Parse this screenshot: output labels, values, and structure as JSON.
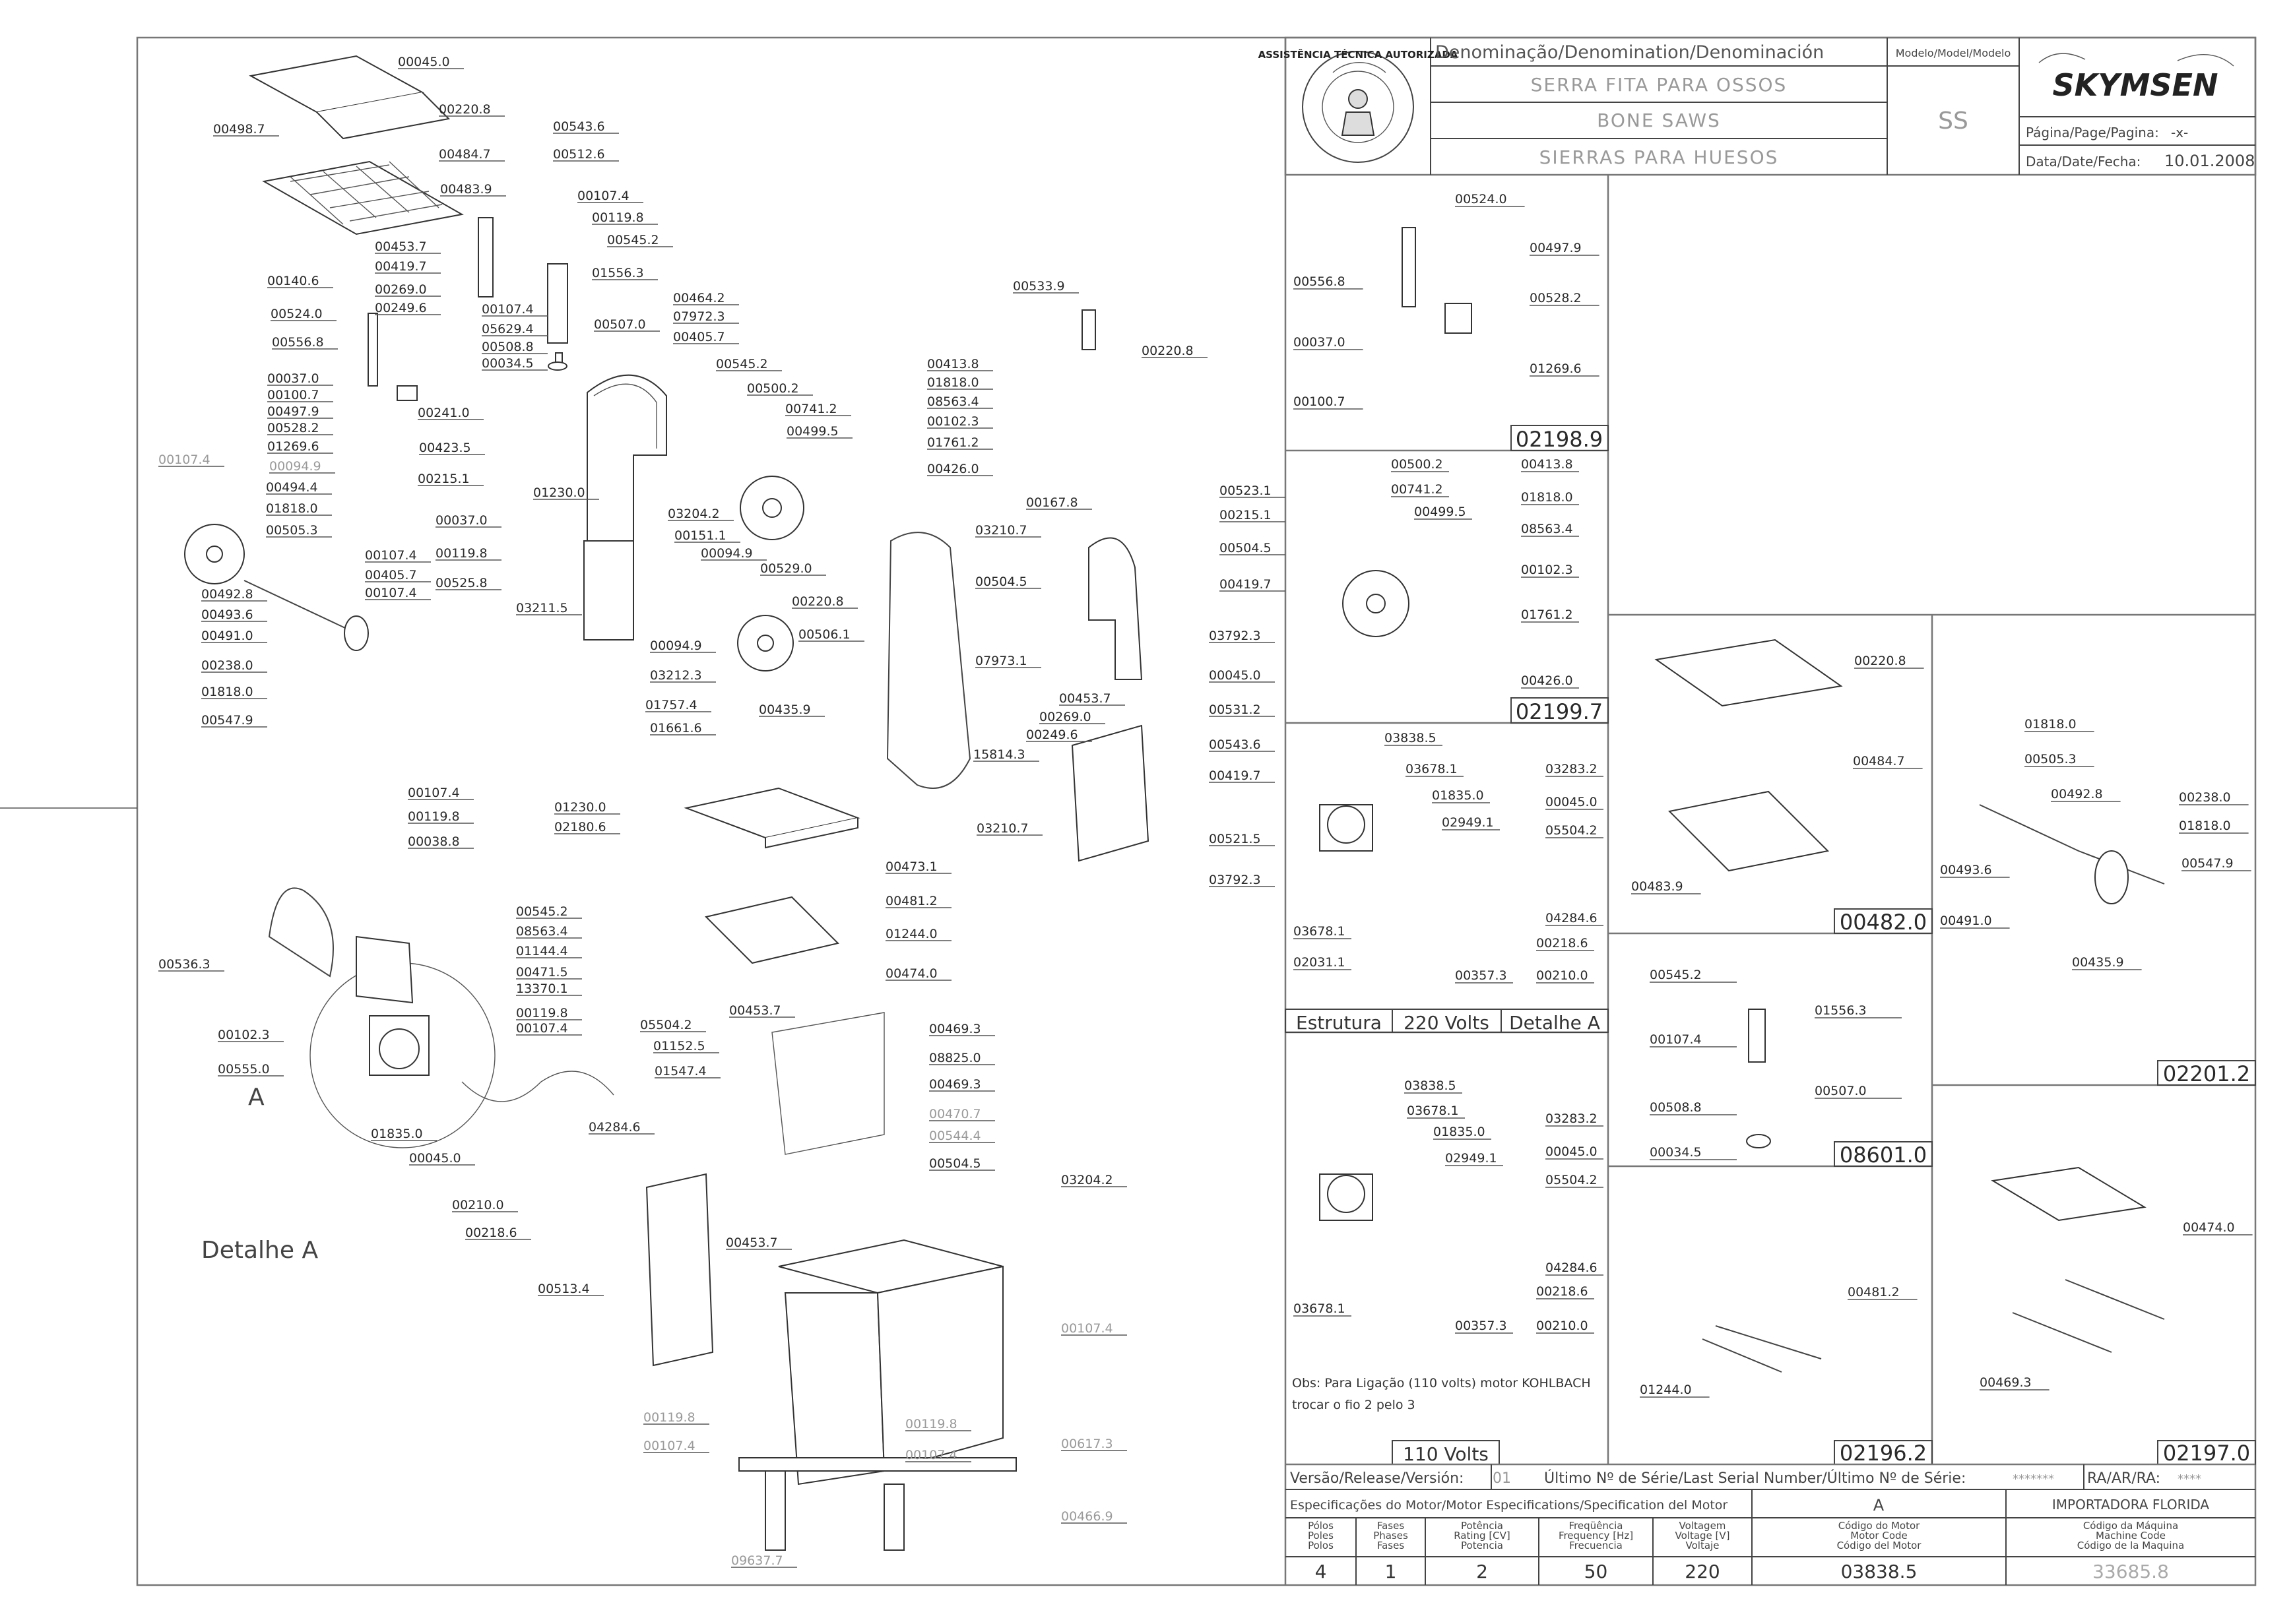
{
  "title_block": {
    "denomination_header": "Denominação/Denomination/Denominación",
    "model_header": "Modelo/Model/Modelo",
    "name_pt": "SERRA FITA PARA OSSOS",
    "name_en": "BONE SAWS",
    "name_es": "SIERRAS PARA HUESOS",
    "model": "SS",
    "brand": "SKYMSEN",
    "page_label": "Página/Page/Pagina:",
    "page_value": "-x-",
    "date_label": "Data/Date/Fecha:",
    "date_value": "10.01.2008",
    "seal_text": "ASSISTÊNCIA TÉCNICA AUTORIZADA"
  },
  "main_labels": [
    "00045.0",
    "00220.8",
    "00498.7",
    "00484.7",
    "00483.9",
    "00543.6",
    "00512.6",
    "00453.7",
    "00419.7",
    "00269.0",
    "00249.6",
    "00107.4",
    "00119.8",
    "00545.2",
    "01556.3",
    "00107.4",
    "05629.4",
    "00508.8",
    "00034.5",
    "00507.0",
    "00140.6",
    "00524.0",
    "00556.8",
    "00037.0",
    "00100.7",
    "00497.9",
    "00528.2",
    "01269.6",
    "00464.2",
    "07972.3",
    "00405.7",
    "00545.2",
    "00500.2",
    "00741.2",
    "00499.5",
    "00241.0",
    "00423.5",
    "00215.1",
    "00107.4",
    "00094.9",
    "00494.4",
    "01818.0",
    "00505.3",
    "01230.0",
    "00037.0",
    "00119.8",
    "00525.8",
    "03211.5",
    "03204.2",
    "00151.1",
    "00094.9",
    "00529.0",
    "00220.8",
    "00107.4",
    "00405.7",
    "00107.4",
    "00492.8",
    "00493.6",
    "00491.0",
    "00238.0",
    "01818.0",
    "00547.9",
    "00094.9",
    "03212.3",
    "00506.1",
    "00435.9",
    "00533.9",
    "00220.8",
    "00413.8",
    "01818.0",
    "08563.4",
    "00102.3",
    "01761.2",
    "00426.0",
    "00167.8",
    "00523.1",
    "03210.7",
    "00215.1",
    "00504.5",
    "00504.5",
    "00419.7",
    "03792.3",
    "07973.1",
    "00045.0",
    "00531.2",
    "00453.7",
    "00269.0",
    "00249.6",
    "00543.6",
    "00419.7",
    "15814.3",
    "03210.7",
    "00521.5",
    "03792.3",
    "01757.4",
    "01661.6",
    "01230.0",
    "02180.6",
    "00473.1",
    "00481.2",
    "01244.0",
    "00474.0",
    "00107.4",
    "00119.8",
    "00038.8",
    "00545.2",
    "08563.4",
    "01144.4",
    "00471.5",
    "13370.1",
    "00119.8",
    "00107.4",
    "00536.3",
    "00102.3",
    "00555.0",
    "00453.7",
    "00469.3",
    "08825.0",
    "00469.3",
    "00470.7",
    "00544.4",
    "00504.5",
    "03204.2",
    "05504.2",
    "01152.5",
    "01547.4",
    "01835.0",
    "00045.0",
    "04284.6",
    "00210.0",
    "00218.6",
    "00453.7",
    "00513.4",
    "00107.4",
    "00119.8",
    "00107.4",
    "00119.8",
    "00107.4",
    "00617.3",
    "00466.9",
    "09637.7"
  ],
  "detail_label": "Detalhe A",
  "detail_letter": "A",
  "panels": {
    "p1": {
      "code": "02198.9",
      "labels": [
        "00524.0",
        "00497.9",
        "00556.8",
        "00528.2",
        "00037.0",
        "01269.6",
        "00100.7"
      ]
    },
    "p2": {
      "code": "02199.7",
      "labels": [
        "00500.2",
        "00413.8",
        "00741.2",
        "01818.0",
        "00499.5",
        "08563.4",
        "00102.3",
        "01761.2",
        "00426.0"
      ]
    },
    "p3": {
      "title_left": "Estrutura",
      "title_mid": "220 Volts",
      "title_right": "Detalhe A",
      "labels": [
        "03838.5",
        "03678.1",
        "03283.2",
        "01835.0",
        "00045.0",
        "02949.1",
        "05504.2",
        "04284.6",
        "03678.1",
        "00218.6",
        "02031.1",
        "00357.3",
        "00210.0"
      ]
    },
    "p4": {
      "code": "00482.0",
      "labels": [
        "00220.8",
        "00484.7",
        "00483.9"
      ]
    },
    "p5": {
      "code": "02201.2",
      "labels": [
        "01818.0",
        "00505.3",
        "00492.8",
        "00238.0",
        "01818.0",
        "00547.9",
        "00493.6",
        "00491.0",
        "00435.9"
      ]
    },
    "p6": {
      "code": "08601.0",
      "labels": [
        "00545.2",
        "01556.3",
        "00107.4",
        "00508.8",
        "00507.0",
        "00034.5"
      ]
    },
    "p7": {
      "title": "110 Volts",
      "labels": [
        "03838.5",
        "03678.1",
        "01835.0",
        "03283.2",
        "00045.0",
        "02949.1",
        "05504.2",
        "04284.6",
        "00218.6",
        "03678.1",
        "00357.3",
        "00210.0"
      ],
      "note_line1": "Obs: Para Ligação (110 volts) motor KOHLBACH",
      "note_line2": "trocar o fio 2 pelo 3"
    },
    "p8": {
      "code": "02196.2",
      "labels": [
        "00481.2",
        "01244.0"
      ]
    },
    "p9": {
      "code": "02197.0",
      "labels": [
        "00474.0",
        "00469.3"
      ]
    }
  },
  "bottom": {
    "release_label": "Versão/Release/Versión:",
    "release_value": "01",
    "serial_label": "Último Nº de Série/Last Serial Number/Último Nº de Série:",
    "serial_value": "*******",
    "ra_label": "RA/AR/RA:",
    "ra_value": "****",
    "motor_spec_label": "Especificações do Motor/Motor Especifications/Specification del Motor",
    "motor_letter": "A",
    "importer": "IMPORTADORA FLORIDA",
    "headers": [
      [
        "Pólos",
        "Poles",
        "Polos"
      ],
      [
        "Fases",
        "Phases",
        "Fases"
      ],
      [
        "Potência",
        "Rating [CV]",
        "Potencia"
      ],
      [
        "Freqüência",
        "Frequency [Hz]",
        "Frecuencia"
      ],
      [
        "Voltagem",
        "Voltage [V]",
        "Voltaje"
      ],
      [
        "Código do Motor",
        "Motor Code",
        "Código del Motor"
      ],
      [
        "Código da Máquina",
        "Machine Code",
        "Código de la Maquina"
      ]
    ],
    "values": [
      "4",
      "1",
      "2",
      "50",
      "220",
      "03838.5",
      "33685.8"
    ]
  }
}
